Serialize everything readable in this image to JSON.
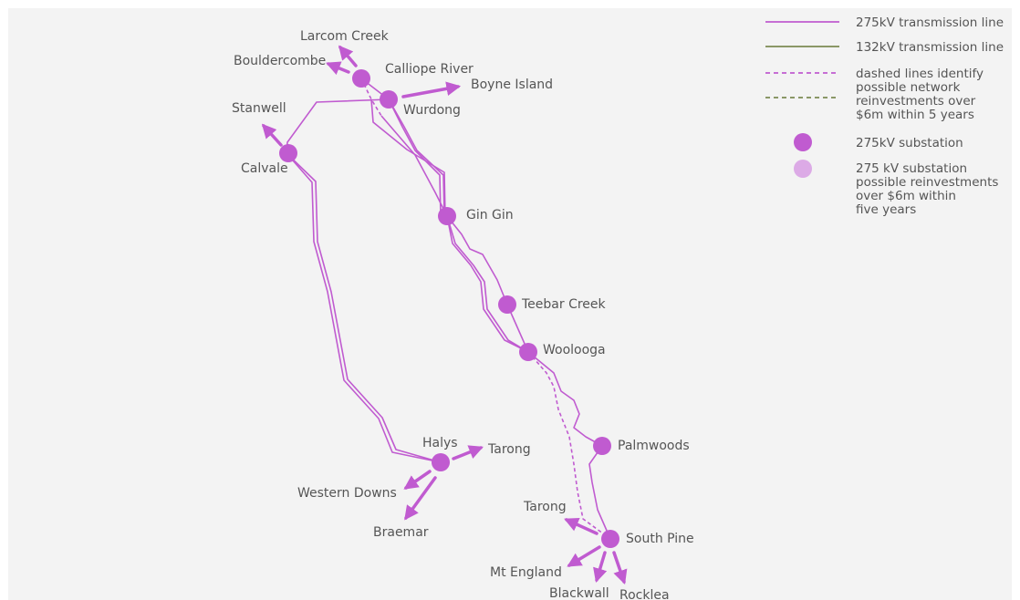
{
  "colors": {
    "line_275kv": "#c05bd0",
    "line_132kv": "#7c8a52",
    "substation": "#c05bd0",
    "substation_reinvest": "#dcaae6",
    "background": "#f3f3f3",
    "label": "#555555"
  },
  "substations": [
    {
      "name": "Calliope River"
    },
    {
      "name": "Wurdong"
    },
    {
      "name": "Calvale"
    },
    {
      "name": "Gin Gin"
    },
    {
      "name": "Teebar Creek"
    },
    {
      "name": "Woolooga"
    },
    {
      "name": "Palmwoods"
    },
    {
      "name": "Halys"
    },
    {
      "name": "South Pine"
    }
  ],
  "destinations": [
    {
      "name": "Larcom Creek"
    },
    {
      "name": "Bouldercombe"
    },
    {
      "name": "Boyne Island"
    },
    {
      "name": "Stanwell"
    },
    {
      "name": "Tarong"
    },
    {
      "name": "Western Downs"
    },
    {
      "name": "Braemar"
    },
    {
      "name": "Tarong"
    },
    {
      "name": "Mt England"
    },
    {
      "name": "Blackwall"
    },
    {
      "name": "Rocklea"
    }
  ],
  "legend": {
    "line_275": "275kV transmission line",
    "line_132": "132kV transmission line",
    "dashed": [
      "dashed lines identify",
      "possible network",
      "reinvestments over",
      "$6m within 5 years"
    ],
    "sub_275": "275kV substation",
    "sub_reinvest": [
      "275 kV substation",
      "possible reinvestments",
      "over $6m within",
      "five years"
    ]
  }
}
